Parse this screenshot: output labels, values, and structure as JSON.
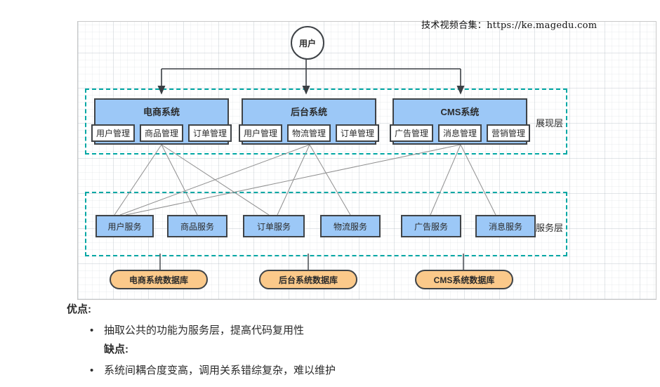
{
  "watermark": {
    "text": "技术视频合集：https://ke.magedu.com"
  },
  "diagram": {
    "user_node": "用户",
    "presentation_layer": {
      "label": "展现层",
      "systems": [
        {
          "title": "电商系统",
          "modules": [
            "用户管理",
            "商品管理",
            "订单管理"
          ]
        },
        {
          "title": "后台系统",
          "modules": [
            "用户管理",
            "物流管理",
            "订单管理"
          ]
        },
        {
          "title": "CMS系统",
          "modules": [
            "广告管理",
            "消息管理",
            "营销管理"
          ]
        }
      ]
    },
    "service_layer": {
      "label": "服务层",
      "services": [
        "用户服务",
        "商品服务",
        "订单服务",
        "物流服务",
        "广告服务",
        "消息服务"
      ]
    },
    "databases": [
      "电商系统数据库",
      "后台系统数据库",
      "CMS系统数据库"
    ],
    "connections": {
      "user_to": [
        "电商系统",
        "后台系统",
        "CMS系统"
      ],
      "电商系统": [
        "用户服务",
        "商品服务",
        "订单服务"
      ],
      "后台系统": [
        "用户服务",
        "订单服务",
        "物流服务"
      ],
      "CMS系统": [
        "用户服务",
        "广告服务",
        "消息服务"
      ],
      "service_layer_to": [
        "电商系统数据库",
        "后台系统数据库",
        "CMS系统数据库"
      ]
    }
  },
  "notes": {
    "pros_heading": "优点:",
    "pros": [
      "抽取公共的功能为服务层，提高代码复用性"
    ],
    "cons_heading": "缺点:",
    "cons": [
      "系统间耦合度变高，调用关系错综复杂，难以维护"
    ],
    "bullet": "•"
  },
  "colors": {
    "node_blue": "#9cc8f7",
    "database_orange": "#fbc98a",
    "layer_dashed_teal": "#00a7a4",
    "connector_gray": "#8f8f8f",
    "arrow_dark": "#3a3f44"
  }
}
